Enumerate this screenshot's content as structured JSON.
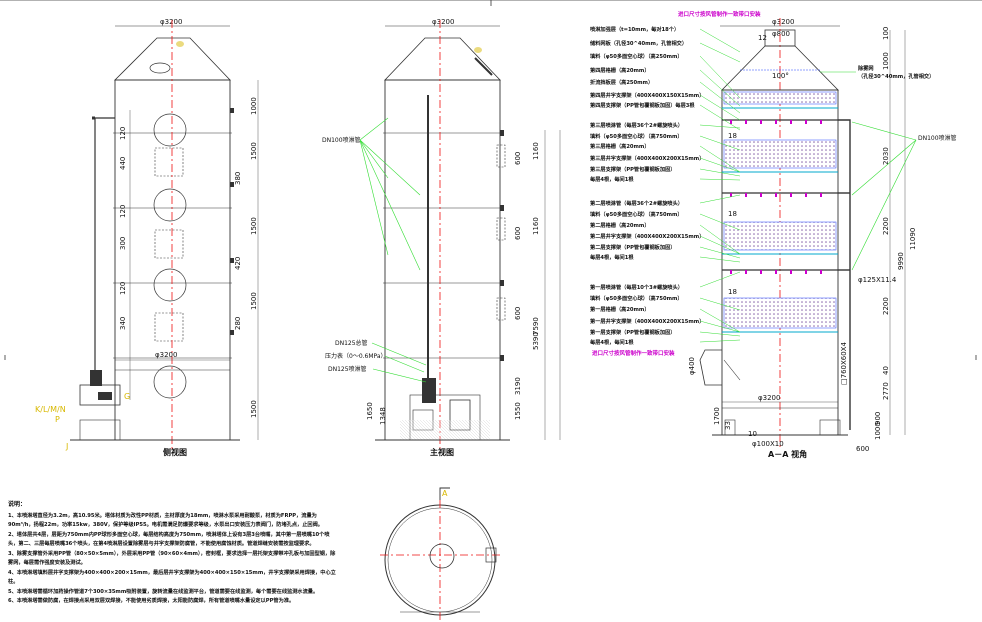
{
  "views": {
    "side_title": "侧视图",
    "main_title": "主视图",
    "section_title": "A－A 视角",
    "section_marker": "A"
  },
  "dims": {
    "dia_3200": "φ3200",
    "dia_800": "φ800",
    "dia_400": "φ400",
    "dim_12": "12",
    "dim_100deg": "100°",
    "dim_100": "100",
    "dim_1000": "1000",
    "dim_1500": "1500",
    "dim_1160": "1160",
    "dim_600": "600",
    "dim_7590": "7590",
    "dim_5390": "5390",
    "dim_3190": "3190",
    "dim_1550": "1550",
    "dim_1650": "1650",
    "dim_1348": "1348",
    "dim_120": "120",
    "dim_440": "440",
    "dim_380": "380",
    "dim_300": "300",
    "dim_420": "420",
    "dim_340": "340",
    "dim_280": "280",
    "dim_2030": "2030",
    "dim_2200": "2200",
    "dim_9990": "9990",
    "dim_11090": "11090",
    "dim_18": "18",
    "dim_1700": "1700",
    "dim_2770": "2770",
    "dim_900": "900",
    "dim_1000b": "1000",
    "dim_40": "40",
    "dim_33": "33",
    "dim_600b": "600",
    "dim_10": "10",
    "flange_125": "φ125X11.4",
    "flange_100": "φ100X10",
    "duct_760": "□760X60X4"
  },
  "side_labels": {
    "pump_code": "K/L/M/N",
    "pump_p": "P",
    "pump_j": "J"
  },
  "main_labels": {
    "dn100_left": "DN100喷淋管",
    "dn125_top": "DN125总管",
    "gauge": "压力表（0～0.6MPa）",
    "dn125_out": "DN125喷淋管"
  },
  "section_labels": {
    "top_note": "进口尺寸按风管制作一致带口安装",
    "bottom_note": "进口尺寸按风管制作一致带口安装",
    "dn100_right": "DN100喷淋管",
    "screen": "除雾网",
    "screen_note": "（孔径30^40mm，孔管相交）",
    "items": [
      "喷淋加强层（t=10mm，每对18个）",
      "储料网板（孔径30^40mm，孔管相交）",
      "填料（φ50多面空心球）（高250mm）",
      "第四层格栅（高20mm）",
      "折流挡板层（高250mm）",
      "第四层井字支撑架（400X400X150X15mm）",
      "第四层支撑架（PP管包覆钢板加固）每层3根",
      "第三层喷淋管（每层36个2#螺旋喷头）",
      "填料（φ50多面空心球）（高750mm）",
      "第三层格栅（高20mm）",
      "第三层井字支撑架（400X400X200X15mm）",
      "第三层支撑架（PP管包覆钢板加固）",
      "每层4根，每间1根",
      "第二层喷淋管（每层36个2#螺旋喷头）",
      "填料（φ50多面空心球）（高750mm）",
      "第二层格栅（高20mm）",
      "第二层井字支撑架（400X400X200X15mm）",
      "第二层支撑架（PP管包覆钢板加固）",
      "每层4根，每间1根",
      "第一层喷淋管（每层10个3#螺旋喷头）",
      "填料（φ50多面空心球）（高750mm）",
      "第一层格栅（高20mm）",
      "第一层井字支撑架（400X400X200X15mm）",
      "第一层支撑架（PP管包覆钢板加固）",
      "每层4根，每间1根"
    ]
  },
  "notes": {
    "heading": "说明：",
    "lines": [
      "1、本喷淋塔直径为3.2m，高10.95米。塔体材质为改性PP材质，主材厚度为18mm，喷淋水泵采用耐酸泵，材质为FRPP，流量为90m³/h，扬程22m，功率15kw，380V，保护等级IP55。电机需满足防爆要求等级，水泵出口安装压力表阀门，防堵孔点，止回阀。",
      "2、塔体层共4层，层距为750mm内PP球形多面空心球，每层结构高度为750mm，喷淋塔体上设有3层3台喷嘴，其中第一层喷嘴10个喷头，第二、三层每层喷嘴36个喷头，在第4喷淋层设置除雾层与井字支撑架防腐管，不能使用腐蚀材质。管道焊缝安装需按监理要求。",
      "3、除雾支撑管外采用PP管（80×50×5mm），外层采用PP管（90×60×4mm），密封框，要求选择一层托架支撑带冲孔板与加固型钢，除雾网，每层需作强度安装及测试。",
      "4、本喷淋塔填料层井字支撑架为400×400×200×15mm，最后层井字支撑架为400×400×150×15mm，井字支撑架采用焊接，中心立柱。",
      "5、本喷淋塔需循环加药操作管道7个300×35mm吸附装置，旋转流量在线监测平台，管道需要在线监测，每个需要在线监测水流量。",
      "6、本喷淋塔需做防腐，在焊接点采用双层双焊接，不能使用劣质焊接，太阳能防腐焊，所有管道喷嘴水量设定以PP管为准。"
    ]
  },
  "colors": {
    "green": "#33dd33",
    "red": "#ee1111",
    "magenta": "#cc00cc",
    "yellow": "#d8b800",
    "blue": "#2244ff",
    "packing": "#8866aa"
  }
}
